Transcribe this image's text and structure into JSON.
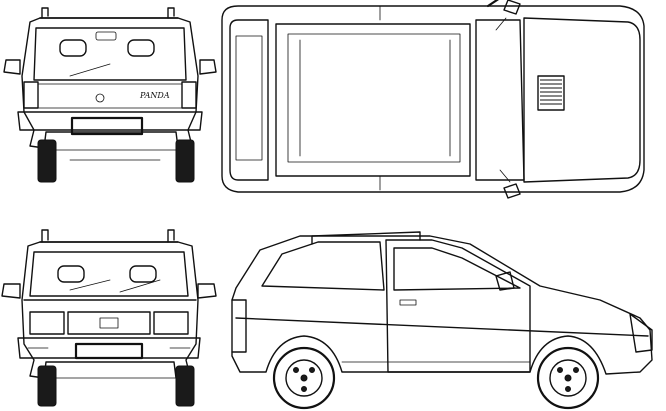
{
  "drawing": {
    "views": [
      "rear-view",
      "top-view",
      "front-view",
      "side-view"
    ],
    "ink_color": "#111111",
    "paper_color": "#ffffff",
    "rear_badge_text": "PANDA"
  }
}
